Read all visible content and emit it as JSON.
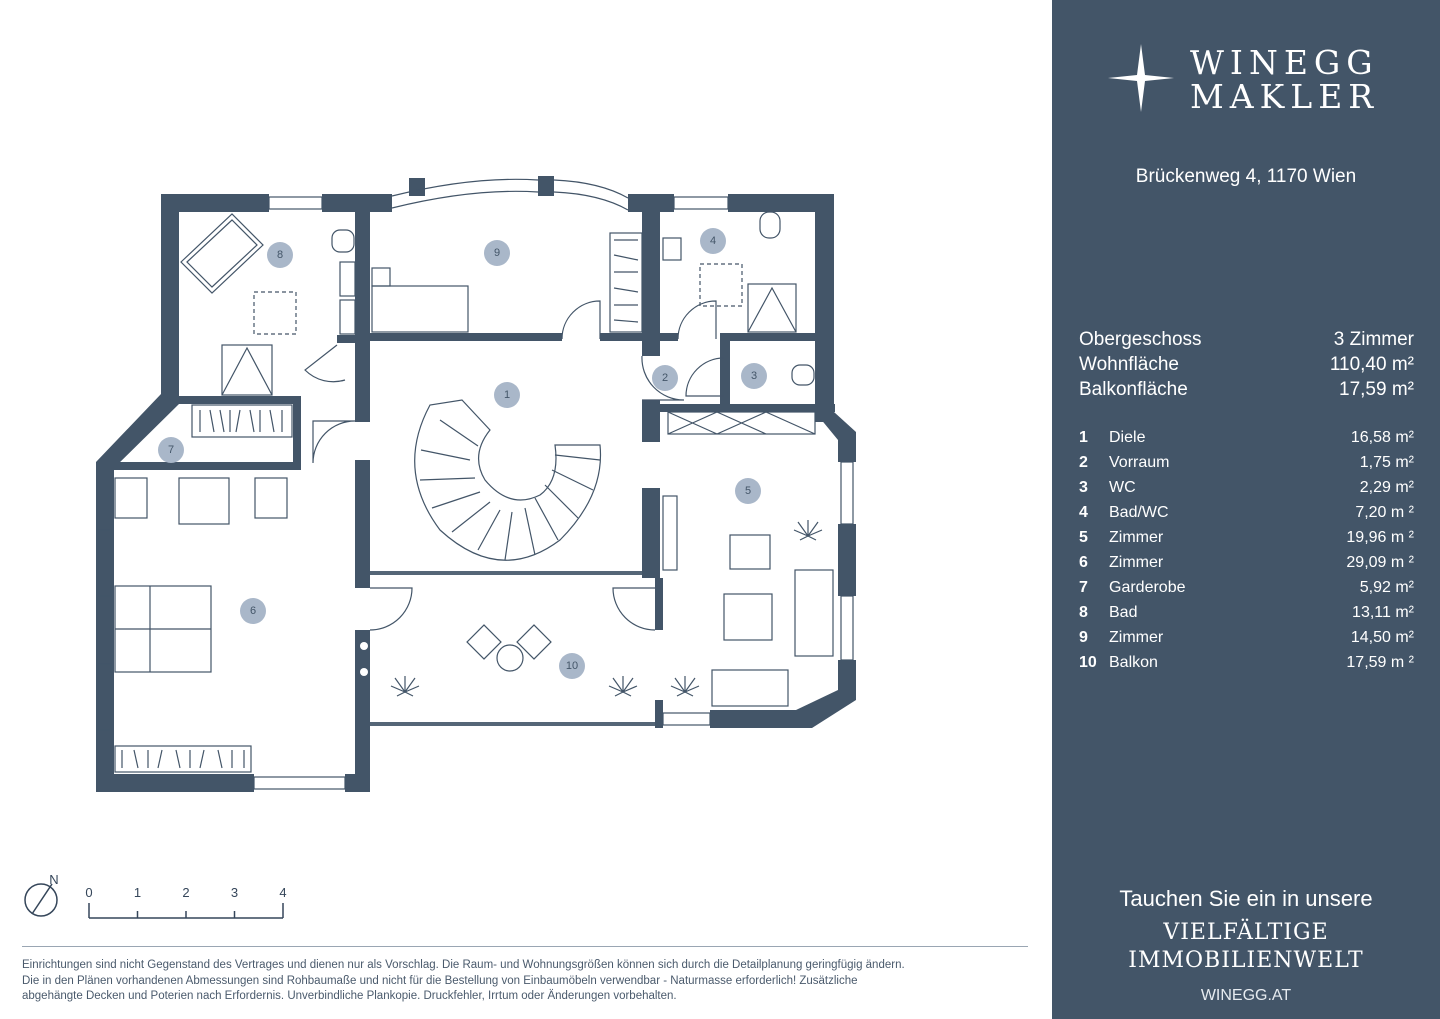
{
  "brand": {
    "line1": "WINEGG",
    "line2": "MAKLER"
  },
  "address": "Brückenweg 4, 1170 Wien",
  "summary": [
    {
      "label": "Obergeschoss",
      "value": "3 Zimmer"
    },
    {
      "label": "Wohnfläche",
      "value": "110,40 m²"
    },
    {
      "label": "Balkonfläche",
      "value": "17,59 m²"
    }
  ],
  "rooms": [
    {
      "no": "1",
      "name": "Diele",
      "area": "16,58 m²"
    },
    {
      "no": "2",
      "name": "Vorraum",
      "area": "1,75 m²"
    },
    {
      "no": "3",
      "name": "WC",
      "area": "2,29 m²"
    },
    {
      "no": "4",
      "name": "Bad/WC",
      "area": "7,20 m ²"
    },
    {
      "no": "5",
      "name": "Zimmer",
      "area": "19,96 m ²"
    },
    {
      "no": "6",
      "name": "Zimmer",
      "area": "29,09 m ²"
    },
    {
      "no": "7",
      "name": "Garderobe",
      "area": "5,92 m²"
    },
    {
      "no": "8",
      "name": "Bad",
      "area": "13,11 m²"
    },
    {
      "no": "9",
      "name": "Zimmer",
      "area": "14,50 m²"
    },
    {
      "no": "10",
      "name": "Balkon",
      "area": "17,59 m ²"
    }
  ],
  "tagline": "Tauchen Sie ein in unsere",
  "slogan1": "VIELFÄLTIGE",
  "slogan2": "IMMOBILIENWELT",
  "website": "WINEGG.AT",
  "scale": {
    "ticks": [
      "0",
      "1",
      "2",
      "3",
      "4"
    ],
    "north": "N"
  },
  "disclaimer_lines": [
    "Einrichtungen sind nicht Gegenstand des Vertrages und dienen nur als Vorschlag. Die Raum- und Wohnungsgrößen können sich durch die Detailplanung geringfügig ändern.",
    "Die in den Plänen vorhandenen Abmessungen sind Rohbaumaße und nicht für die Bestellung von Einbaumöbeln verwendbar - Naturmasse erforderlich! Zusätzliche",
    "abgehängte Decken und Poterien nach Erfordernis. Unverbindliche Plankopie. Druckfehler, Irrtum oder Änderungen vorbehalten."
  ],
  "colors": {
    "panel": "#435568",
    "walls": "#435568",
    "badge": "#a9b7c9"
  }
}
